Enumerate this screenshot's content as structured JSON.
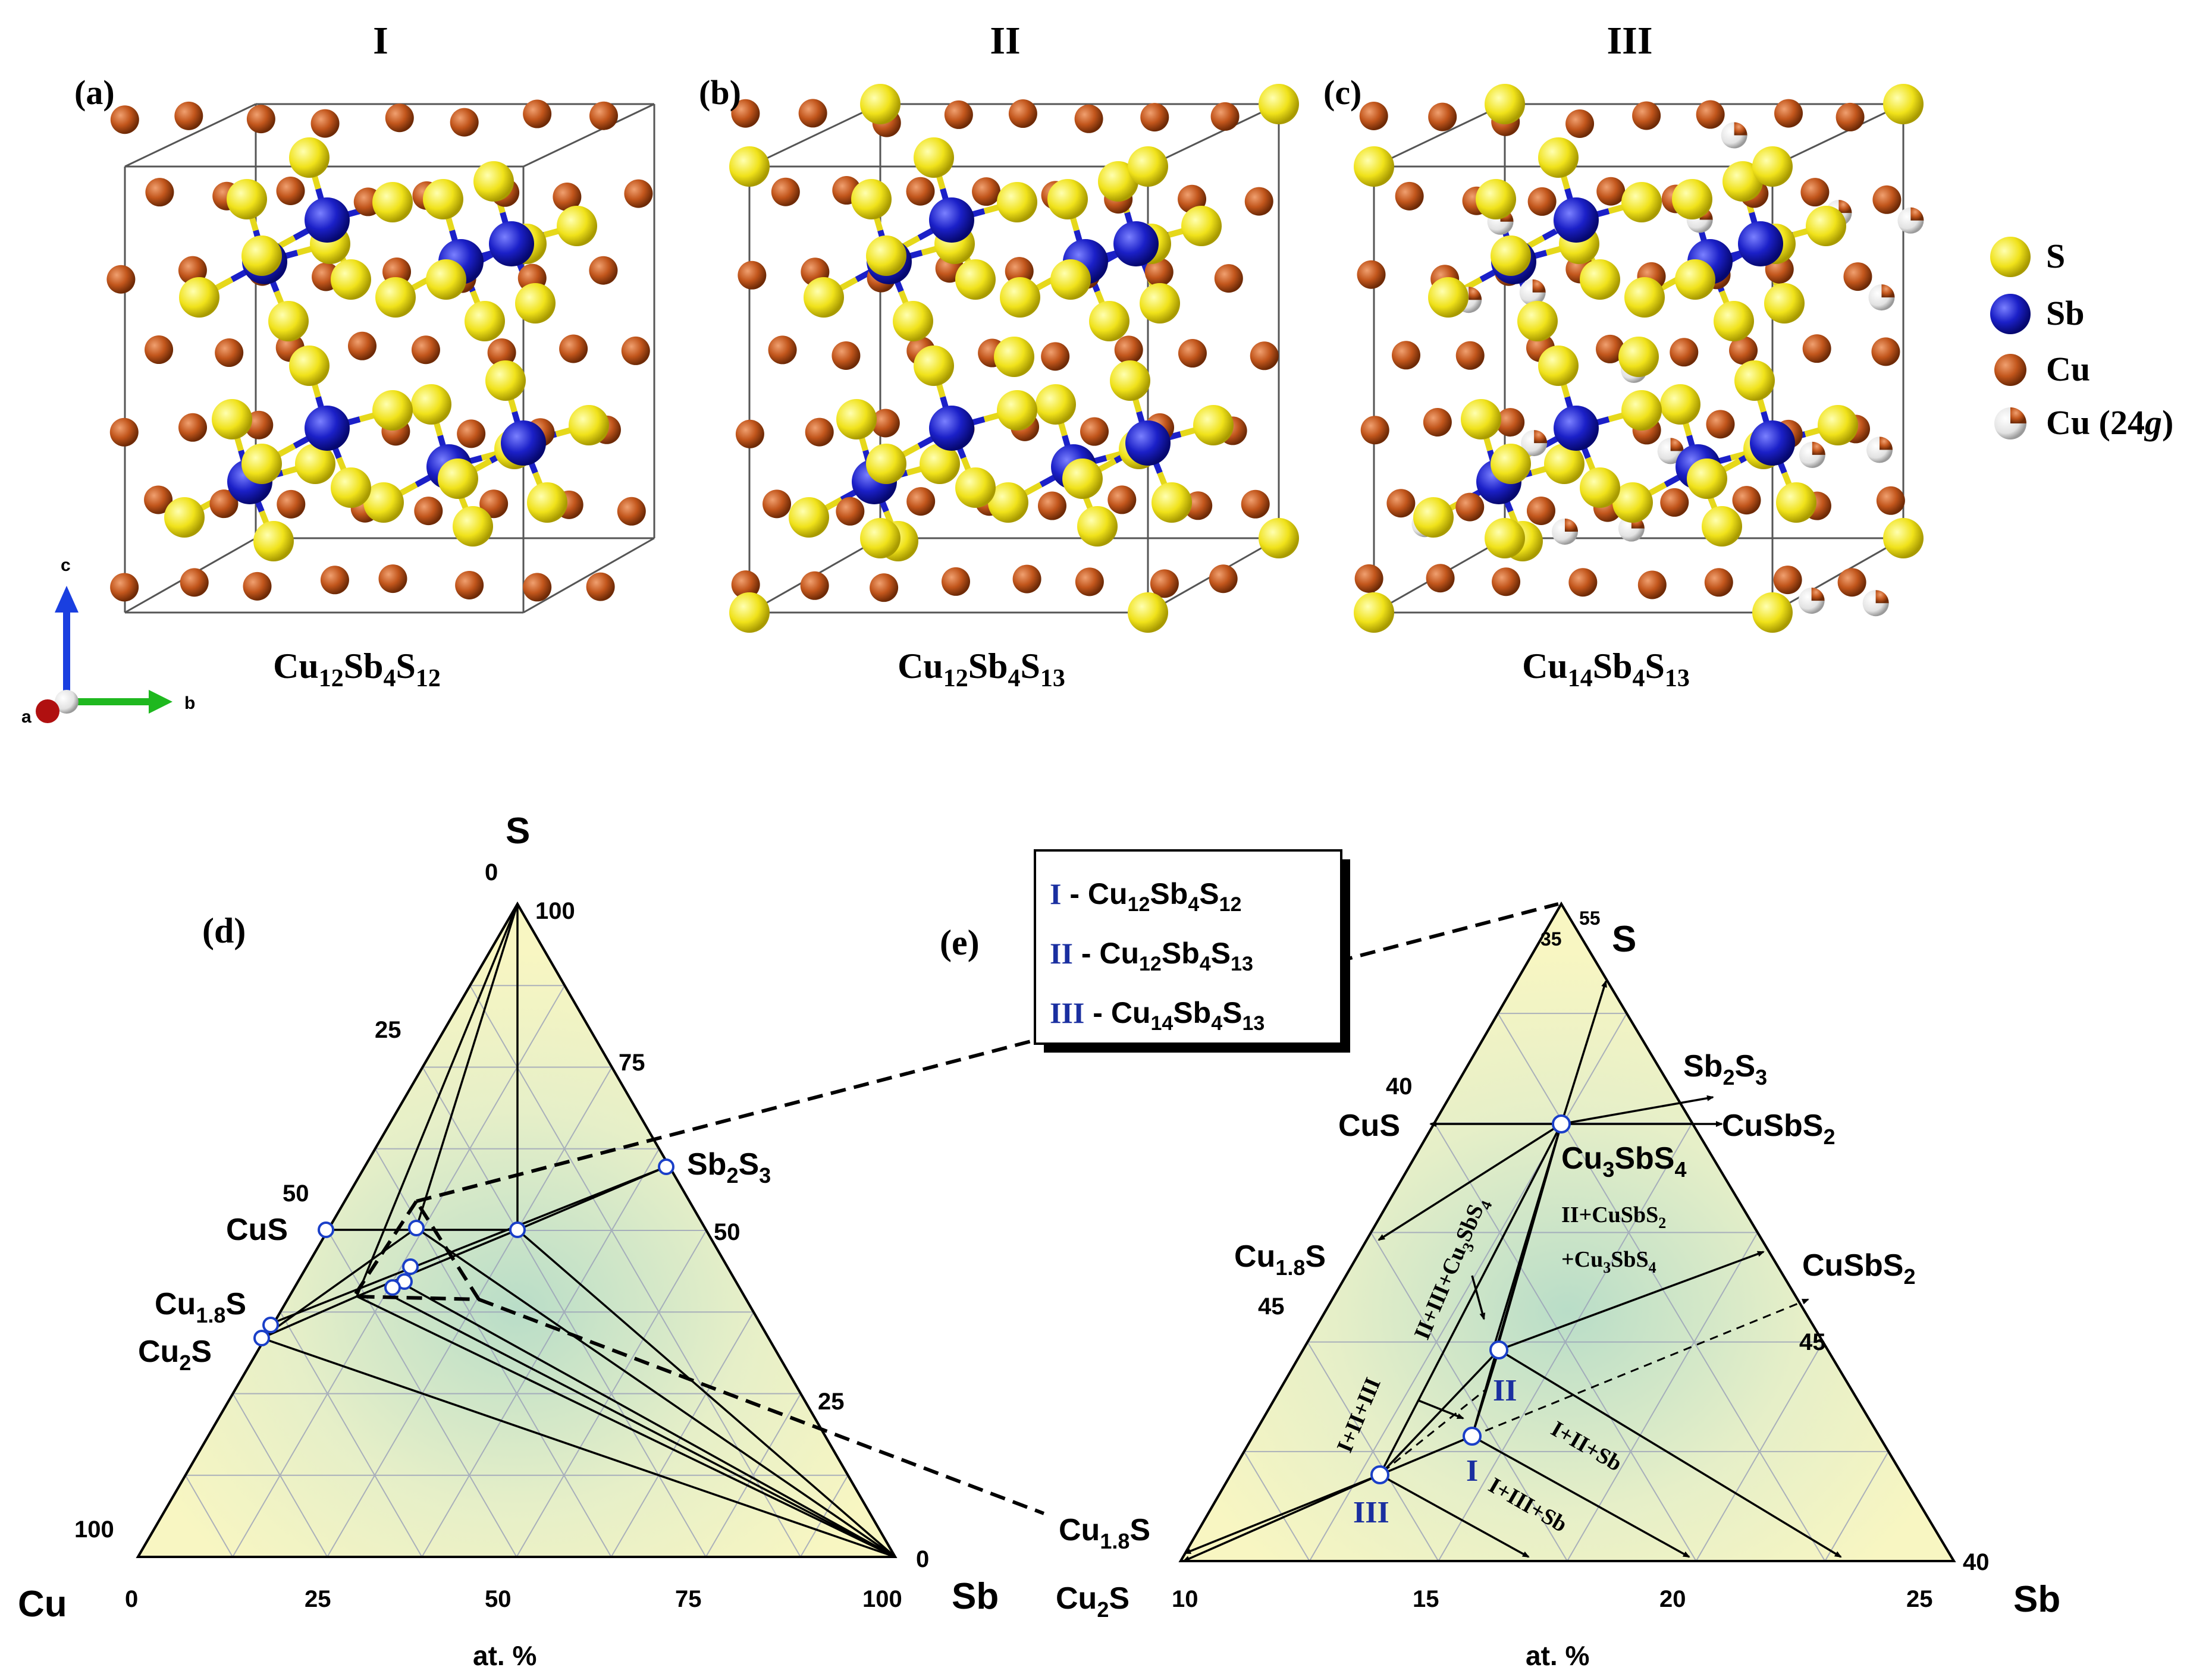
{
  "structures": [
    {
      "roman": "I",
      "letter": "(a)",
      "formula": {
        "a": "Cu",
        "as": "12",
        "b": "Sb",
        "bs": "4",
        "c": "S",
        "cs": "12"
      }
    },
    {
      "roman": "II",
      "letter": "(b)",
      "formula": {
        "a": "Cu",
        "as": "12",
        "b": "Sb",
        "bs": "4",
        "c": "S",
        "cs": "13"
      }
    },
    {
      "roman": "III",
      "letter": "(c)",
      "formula": {
        "a": "Cu",
        "as": "14",
        "b": "Sb",
        "bs": "4",
        "c": "S",
        "cs": "13"
      }
    }
  ],
  "legend_atoms": [
    {
      "label": "S",
      "color": "#f2e61a"
    },
    {
      "label": "Sb",
      "color": "#1a1fc8"
    },
    {
      "label": "Cu",
      "color": "#c65a1e"
    },
    {
      "label": "Cu (24",
      "label_italic": "g",
      "label_end": ")",
      "color": "#c65a1e"
    }
  ],
  "axes_triad": {
    "c": "c",
    "a": "a",
    "b": "b"
  },
  "diagram_d": {
    "letter": "(d)",
    "vertex_top": "S",
    "vertex_left": "Cu",
    "vertex_right": "Sb",
    "axis_label": "at. %",
    "bottom_ticks": [
      "0",
      "25",
      "50",
      "75",
      "100"
    ],
    "left_ticks": [
      "100",
      "25",
      "50",
      "0"
    ],
    "right_ticks": [
      "100",
      "75",
      "50",
      "25",
      "0"
    ],
    "phases": {
      "sb2s3": {
        "a": "Sb",
        "as": "2",
        "b": "S",
        "bs": "3"
      },
      "cus": "CuS",
      "cu18s": {
        "a": "Cu",
        "as": "1.8",
        "b": "S"
      },
      "cu2s": {
        "a": "Cu",
        "as": "2",
        "b": "S"
      }
    }
  },
  "diagram_e": {
    "letter": "(e)",
    "vertex_top": "S",
    "vertex_right": "Sb",
    "axis_label": "at. %",
    "bottom_ticks": [
      "10",
      "15",
      "20",
      "25"
    ],
    "top_ticks": [
      "35",
      "55"
    ],
    "left_ticks": [
      "40",
      "45"
    ],
    "right_ticks": [
      "45",
      "40"
    ],
    "phases": {
      "sb2s3": {
        "a": "Sb",
        "as": "2",
        "b": "S",
        "bs": "3"
      },
      "cus": "CuS",
      "cusbs2_top": "CuSbS",
      "cusbs2_right": "CuSbS",
      "cusbs2_sub": "2",
      "cu3sbs4": {
        "a": "Cu",
        "as": "3",
        "b": "SbS",
        "bs": "4"
      },
      "cu18s": {
        "a": "Cu",
        "as": "1.8",
        "b": "S"
      },
      "cu2s": {
        "a": "Cu",
        "as": "2",
        "b": "S"
      }
    },
    "points": {
      "I": "I",
      "II": "II",
      "III": "III"
    },
    "region_labels": {
      "r1": "II+CuSbS",
      "r1_sub": "2",
      "r2": "+Cu",
      "r2_sub1": "3",
      "r2_mid": "SbS",
      "r2_sub2": "4",
      "r3": "II+III+Cu",
      "r3_sub1": "3",
      "r3_mid": "SbS",
      "r3_sub2": "4",
      "r4": "I+II+III",
      "r5": "I+II+Sb",
      "r6": "I+III+Sb"
    }
  },
  "phase_legend": [
    {
      "roman": "I",
      "a": "Cu",
      "as": "12",
      "b": "Sb",
      "bs": "4",
      "c": "S",
      "cs": "12"
    },
    {
      "roman": "II",
      "a": "Cu",
      "as": "12",
      "b": "Sb",
      "bs": "4",
      "c": "S",
      "cs": "13"
    },
    {
      "roman": "III",
      "a": "Cu",
      "as": "14",
      "b": "Sb",
      "bs": "4",
      "c": "S",
      "cs": "13"
    }
  ],
  "colors": {
    "triangle_fill": "#f7f5c0",
    "triangle_center": "#cfe5c2",
    "phase_roman": "#1a2fa0",
    "point_stroke": "#1a3fc8"
  }
}
